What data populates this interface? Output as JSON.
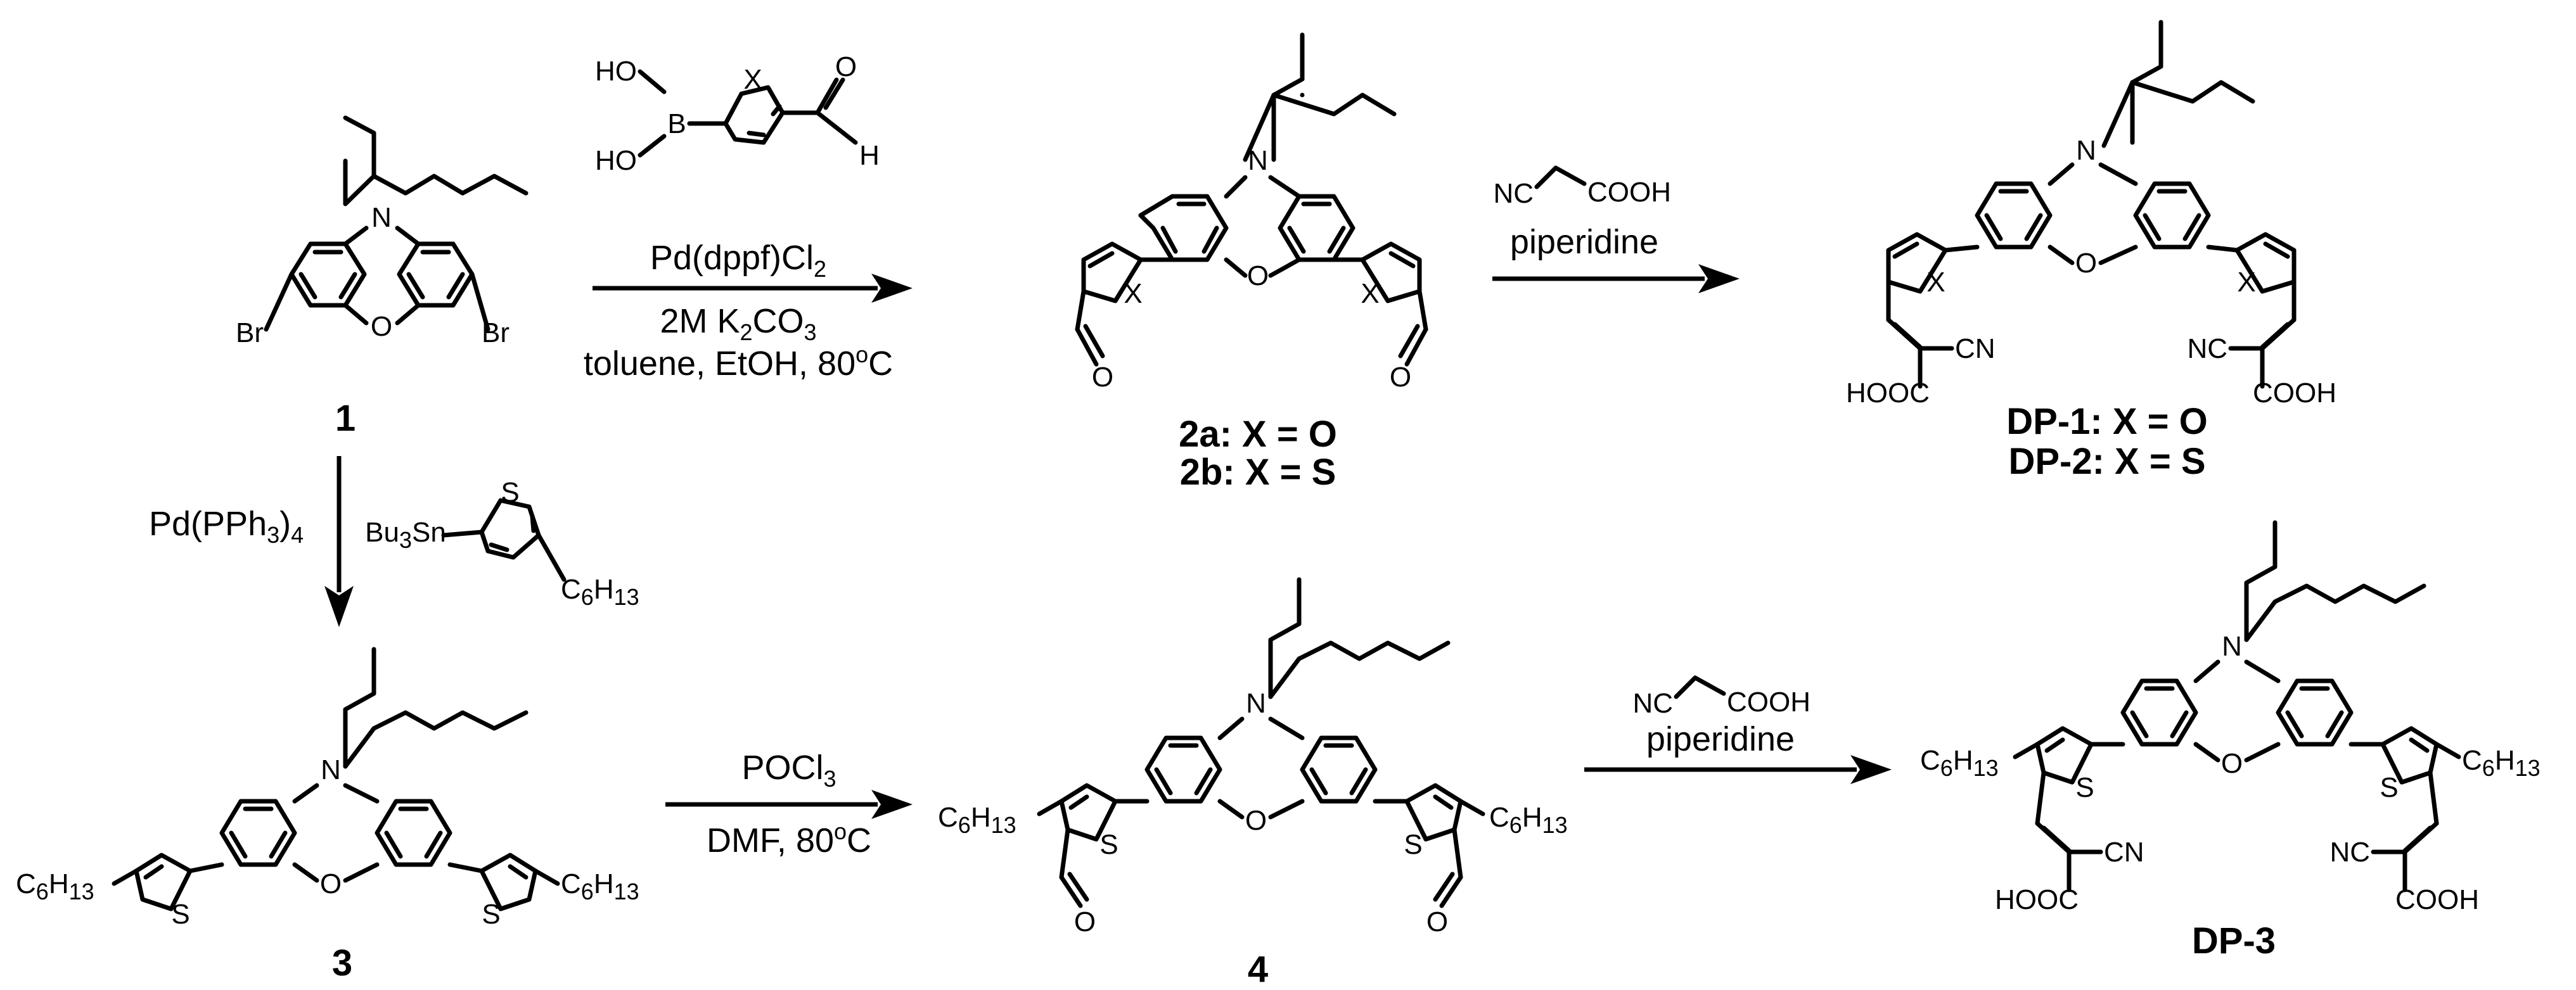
{
  "colors": {
    "ink": "#000000",
    "background": "#ffffff"
  },
  "atoms": {
    "N": "N",
    "O": "O",
    "S": "S",
    "X": "X",
    "Br": "Br",
    "B": "B",
    "HO": "HO",
    "H": "H",
    "NC": "NC",
    "CN": "CN",
    "COOH": "COOH",
    "HOOC": "HOOC",
    "Bu3Sn": "Bu",
    "Bu3Sn_sub": "3",
    "Bu3Sn_tail": "Sn",
    "C": "C",
    "sub6": "6",
    "sub13": "13"
  },
  "compounds": {
    "c1": "1",
    "c2a": "2a: X = O",
    "c2b": "2b: X = S",
    "c3": "3",
    "c4": "4",
    "dp1": "DP-1: X = O",
    "dp2": "DP-2: X = S",
    "dp3": "DP-3"
  },
  "reactions": {
    "r1": {
      "line1_main": "Pd(dppf)Cl",
      "line1_sub": "2",
      "line2_main": "2M K",
      "line2_sub1": "2",
      "line2_mid": "CO",
      "line2_sub2": "3",
      "line3_main": "toluene, EtOH, 80",
      "line3_sup": "o",
      "line3_end": "C"
    },
    "r2": {
      "reagent": "piperidine"
    },
    "r3": {
      "main": "Pd(PPh",
      "sub": "3",
      "close": ")",
      "sub2": "4"
    },
    "r4": {
      "line1_main": "POCl",
      "line1_sub": "3",
      "line2_main": "DMF,  80",
      "line2_sup": "o",
      "line2_end": "C"
    },
    "r5": {
      "reagent": "piperidine"
    }
  }
}
